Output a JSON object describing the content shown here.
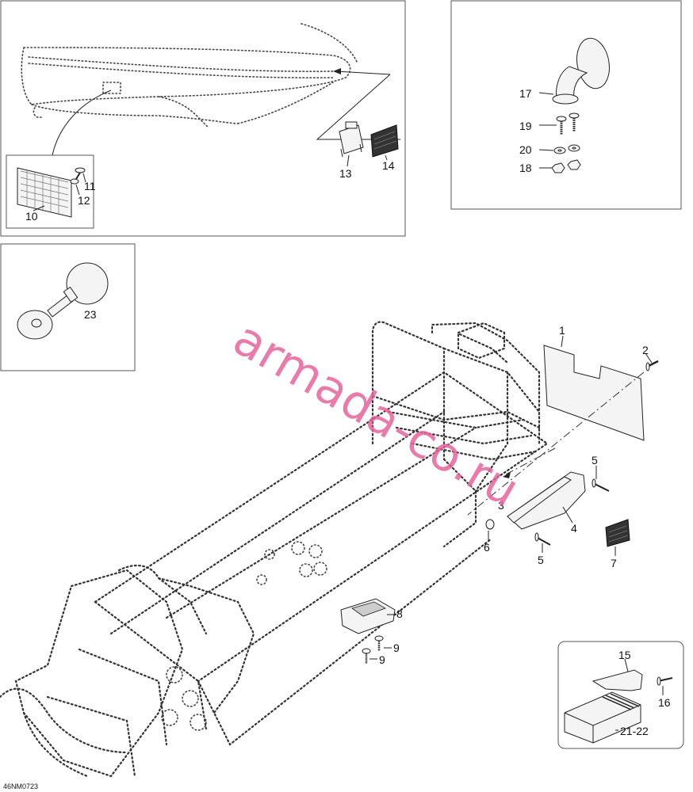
{
  "drawing": {
    "code": "46NM0723",
    "watermark": "armada-co.ru"
  },
  "callouts": {
    "p1": "1",
    "p2": "2",
    "p3": "3",
    "p4": "4",
    "p5a": "5",
    "p5b": "5",
    "p6": "6",
    "p7": "7",
    "p8": "8",
    "p9a": "9",
    "p9b": "9",
    "p10": "10",
    "p11": "11",
    "p12": "12",
    "p13": "13",
    "p14": "14",
    "p15": "15",
    "p16": "16",
    "p17": "17",
    "p18": "18",
    "p19": "19",
    "p20": "20",
    "p21_22": "21-22",
    "p23": "23"
  },
  "icons": {
    "reflector": "reflector-icon",
    "mirror": "mirror-icon",
    "horn": "horn-icon",
    "screw": "screw-icon",
    "nut": "nut-icon",
    "washer": "washer-icon",
    "flap": "snow-flap-icon",
    "bag": "tool-bag-icon"
  },
  "colors": {
    "watermark": "#e6639b",
    "line": "#222222"
  }
}
